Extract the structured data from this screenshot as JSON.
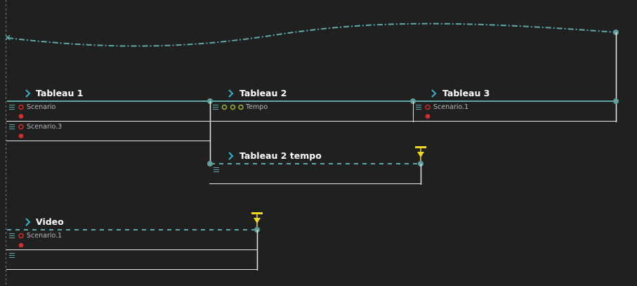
{
  "colors": {
    "background": "#202020",
    "track": "#5fa8a8",
    "marker": "#5f9e9e",
    "chevron": "#2fb7d0",
    "state_red": "#d92b2b",
    "state_green": "#9ab82a",
    "trigger": "#f0d81e",
    "lines": "#e6e6e6",
    "dashed_left": "#777777"
  },
  "intervals": {
    "tableau1": {
      "title": "Tableau 1",
      "icon": "chevron-right-icon"
    },
    "tableau2": {
      "title": "Tableau 2",
      "icon": "chevron-right-icon"
    },
    "tableau3": {
      "title": "Tableau 3",
      "icon": "chevron-right-icon"
    },
    "tableau2_tempo": {
      "title": "Tableau 2 tempo",
      "icon": "chevron-right-icon"
    },
    "video": {
      "title": "Video",
      "icon": "chevron-right-icon"
    }
  },
  "processes": {
    "t1_slot1": {
      "label": "Scenario",
      "icon": "menu-icon"
    },
    "t1_slot2": {
      "label": "Scenario.3",
      "icon": "menu-icon"
    },
    "t2_slot1": {
      "label": "Tempo",
      "icon": "menu-icon"
    },
    "t3_slot1": {
      "label": "Scenario.1",
      "icon": "menu-icon"
    },
    "video_slot1": {
      "label": "Scenario.1",
      "icon": "menu-icon"
    }
  },
  "triggers": [
    {
      "name": "trigger-icon-tempo"
    },
    {
      "name": "trigger-icon-video"
    }
  ]
}
